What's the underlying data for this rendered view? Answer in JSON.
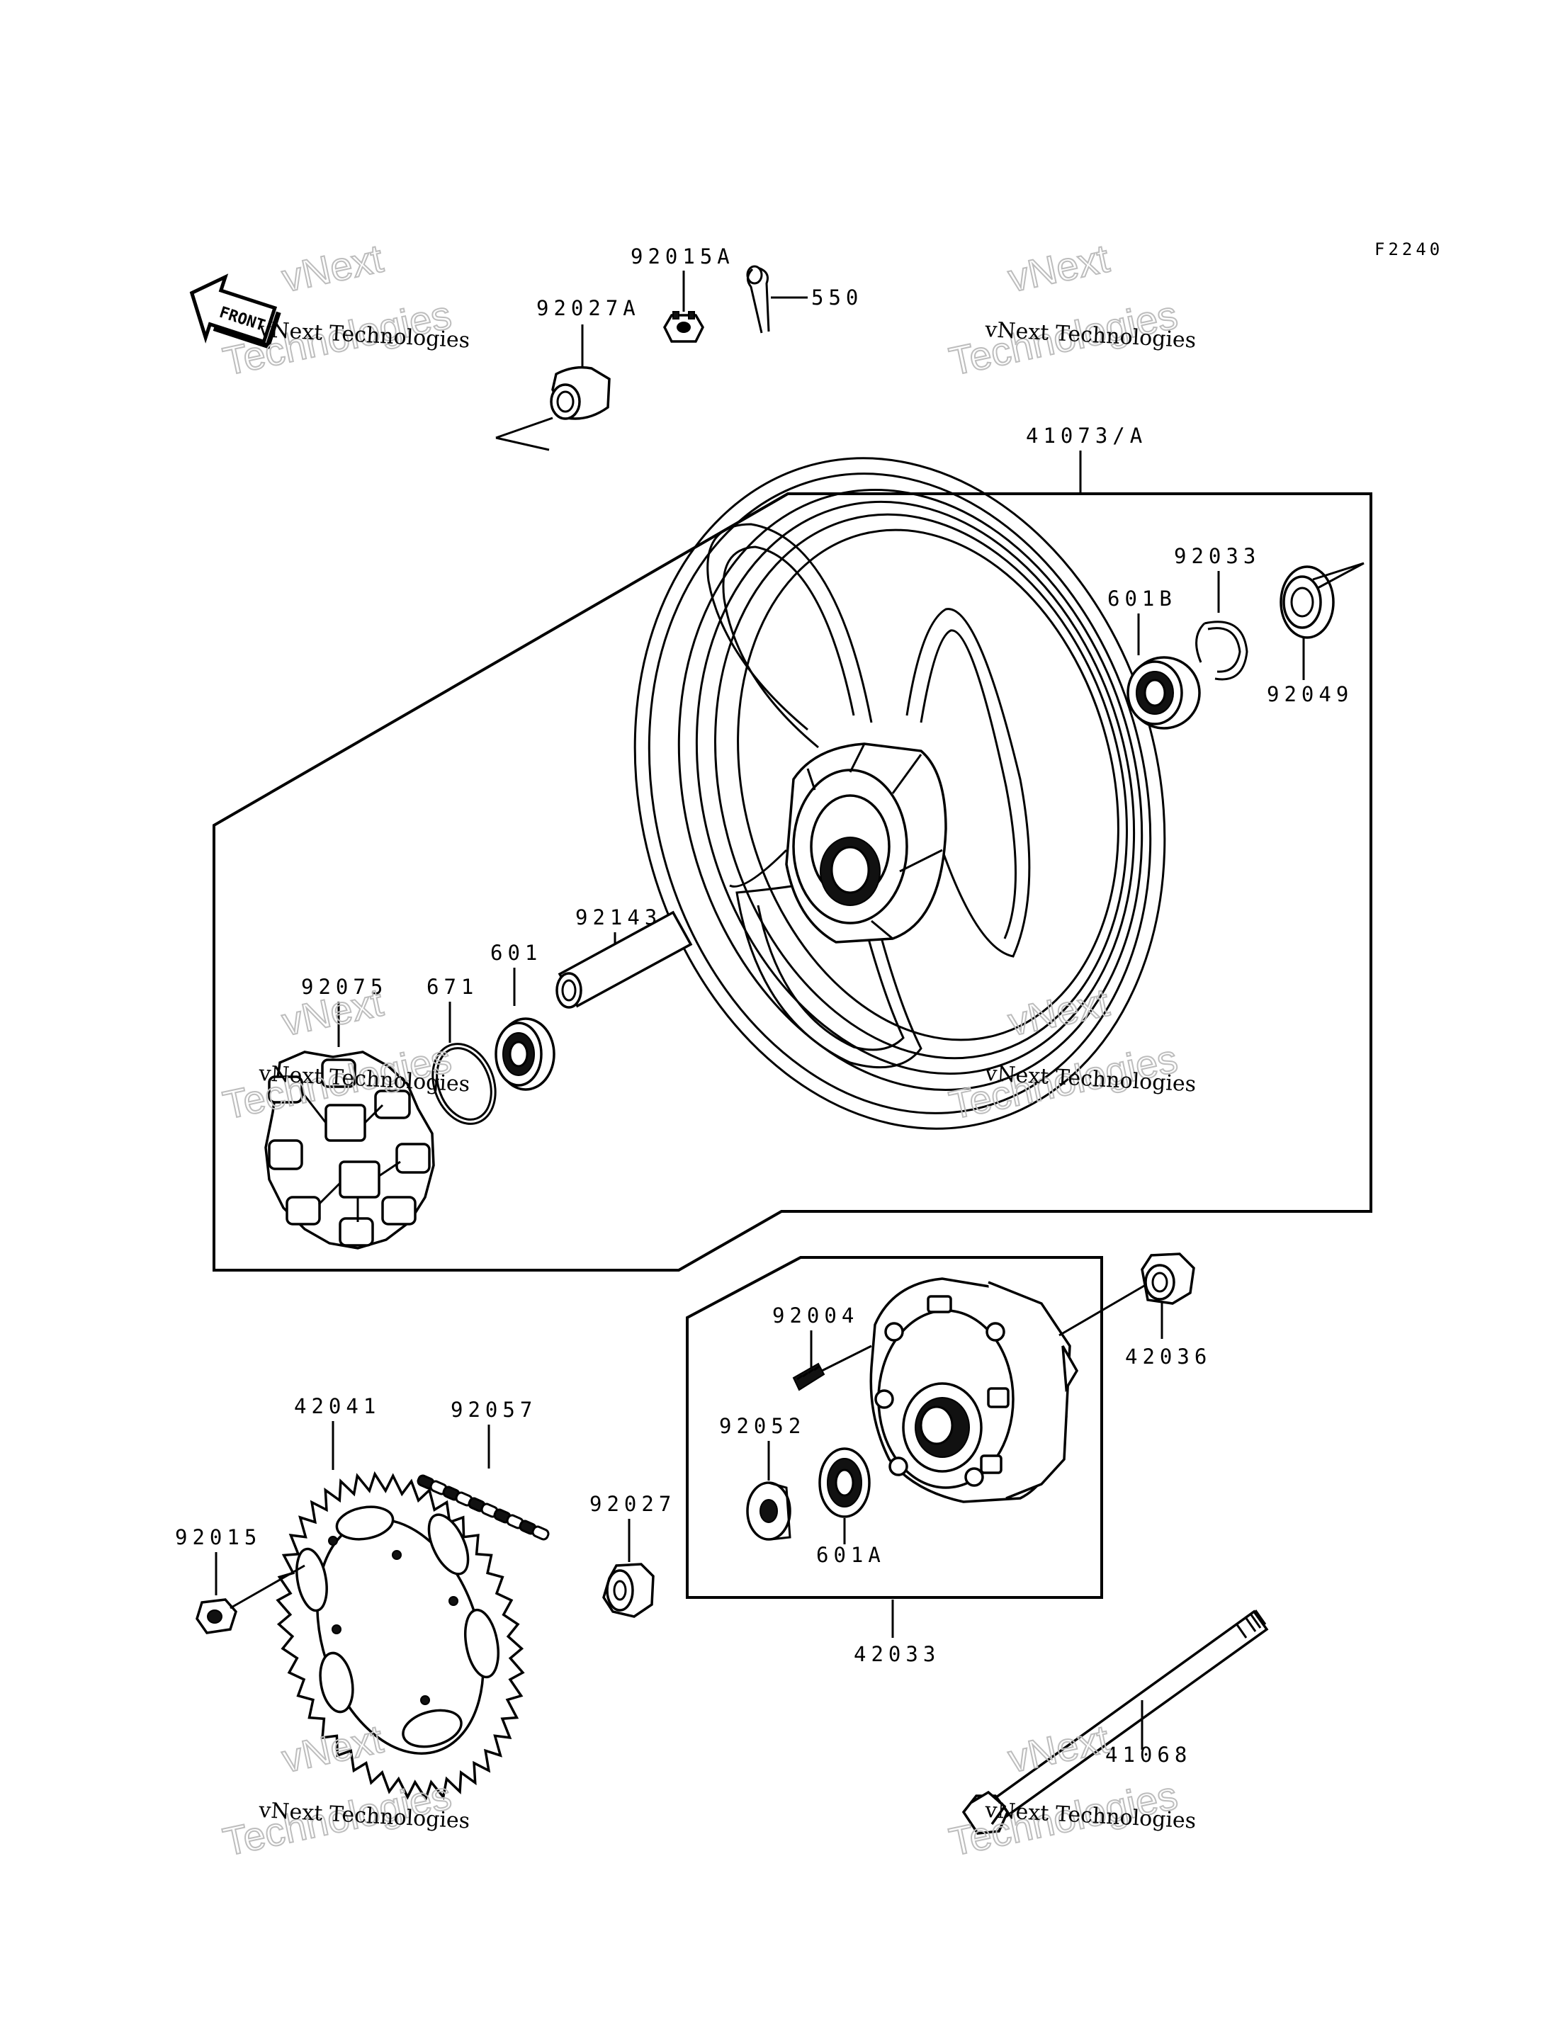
{
  "figure_id": "F2240",
  "front_label": "FRONT",
  "watermark": {
    "line1": "vNext",
    "line2": "vNext Technologies",
    "line3": "Technologies"
  },
  "parts": {
    "p92015A": "92015A",
    "p550": "550",
    "p92027A": "92027A",
    "p41073A": "41073/A",
    "p92033": "92033",
    "p601B": "601B",
    "p92049": "92049",
    "p92143": "92143",
    "p601": "601",
    "p671": "671",
    "p92075": "92075",
    "p92004": "92004",
    "p42036": "42036",
    "p92052": "92052",
    "p601A": "601A",
    "p42033": "42033",
    "p42041": "42041",
    "p92057": "92057",
    "p92027": "92027",
    "p92015": "92015",
    "p41068": "41068"
  }
}
